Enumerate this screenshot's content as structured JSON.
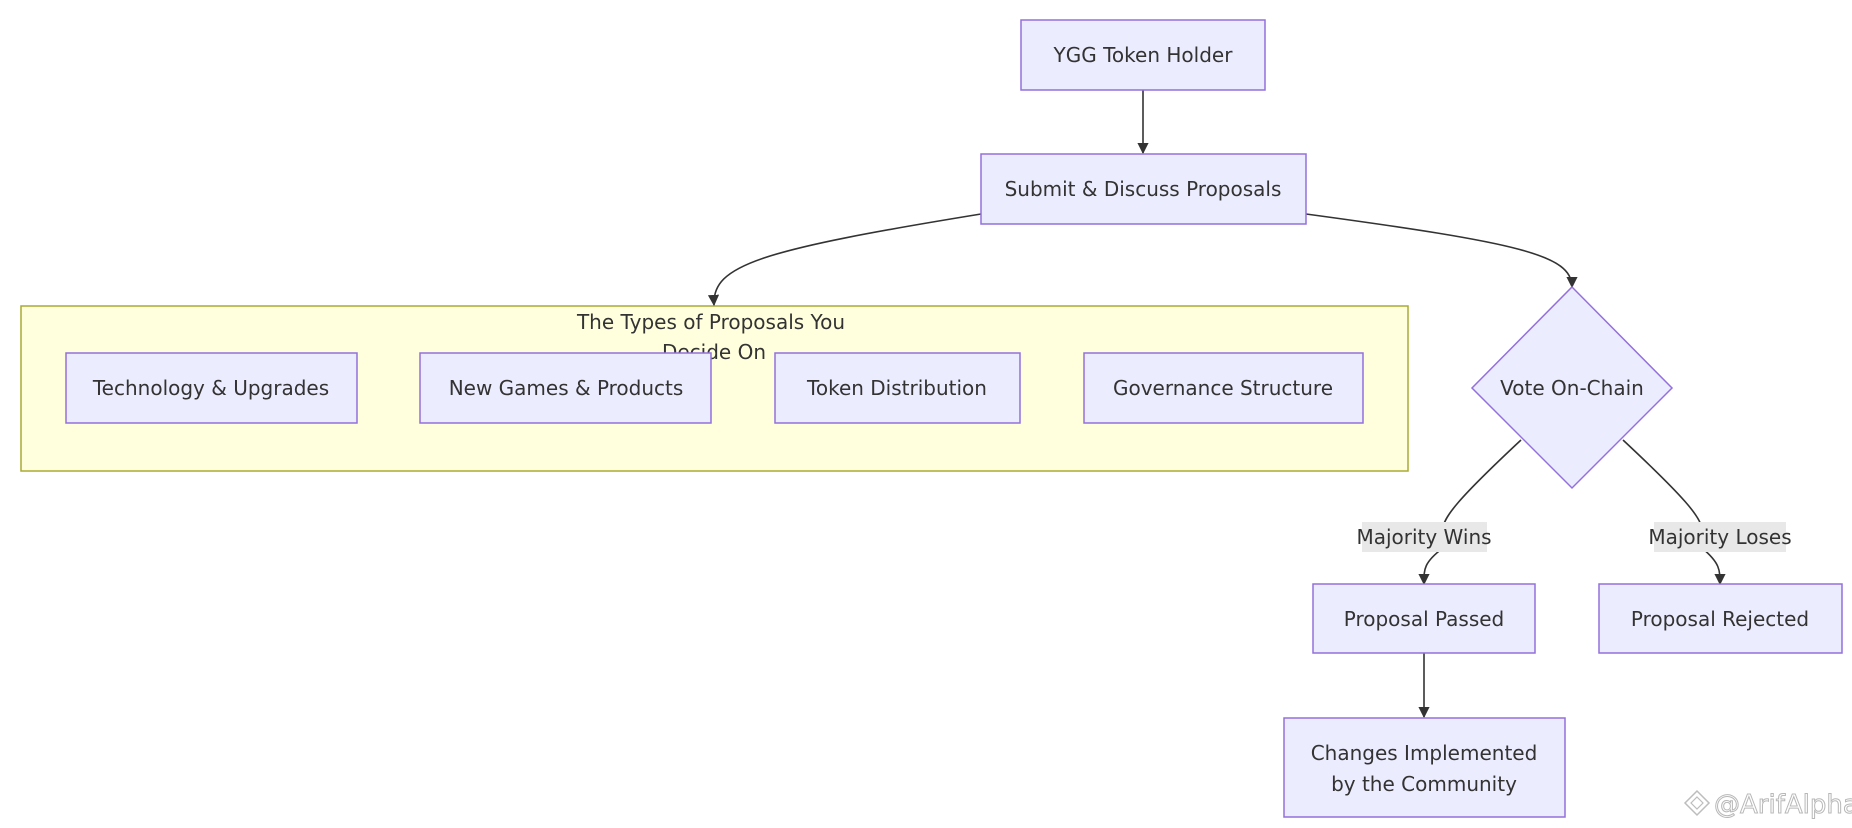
{
  "nodes": {
    "token_holder": "YGG Token Holder",
    "submit_discuss": "Submit & Discuss Proposals",
    "tech_upgrades": "Technology & Upgrades",
    "new_games": "New Games & Products",
    "token_distribution": "Token Distribution",
    "governance_structure": "Governance Structure",
    "vote_on_chain": "Vote On-Chain",
    "proposal_passed": "Proposal Passed",
    "proposal_rejected": "Proposal Rejected",
    "changes_line1": "Changes Implemented",
    "changes_line2": "by the Community"
  },
  "cluster": {
    "title_line1": "The Types of Proposals You",
    "title_line2": "Decide On"
  },
  "edge_labels": {
    "majority_wins": "Majority Wins",
    "majority_loses": "Majority Loses"
  },
  "watermark": "@ArifAlpha",
  "colors": {
    "node_fill": "#ECECFF",
    "node_stroke": "#9370DB",
    "cluster_fill": "#FFFFDE",
    "cluster_stroke": "#AAAA33",
    "edge": "#333333"
  }
}
